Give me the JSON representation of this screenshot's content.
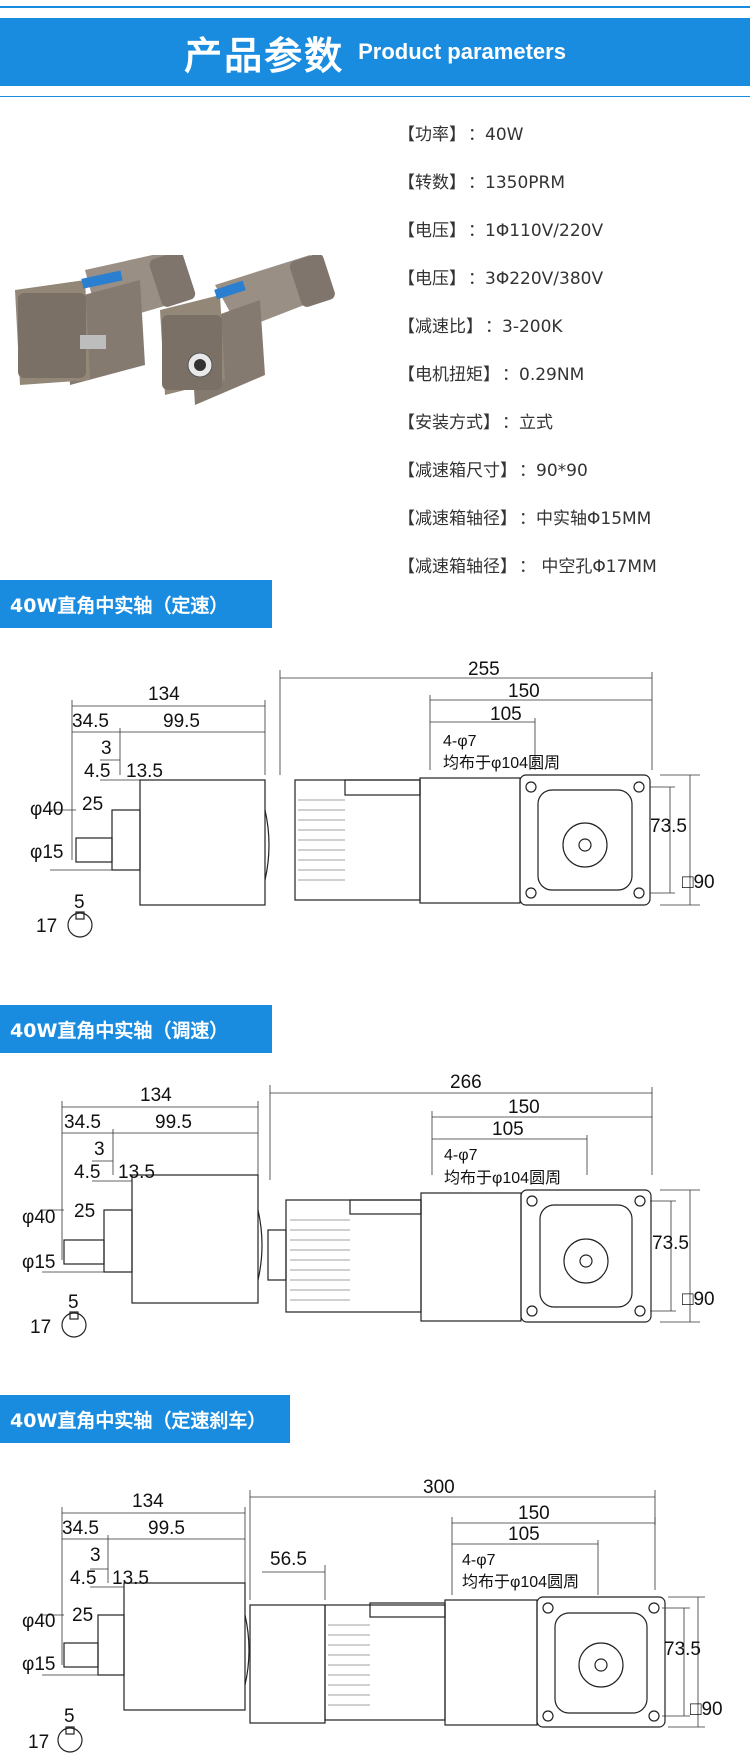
{
  "header": {
    "title_zh": "产品参数",
    "title_en": "Product parameters"
  },
  "specs": [
    {
      "label": "【功率】",
      "value": "：40W"
    },
    {
      "label": "【转数】",
      "value": "：1350PRM"
    },
    {
      "label": "【电压】",
      "value": "：1Φ110V/220V"
    },
    {
      "label": "【电压】",
      "value": "：3Φ220V/380V"
    },
    {
      "label": "【减速比】",
      "value": "：3-200K"
    },
    {
      "label": "【电机扭矩】",
      "value": "：0.29NM"
    },
    {
      "label": "【安装方式】",
      "value": "：立式"
    },
    {
      "label": "【减速箱尺寸】",
      "value": "：90*90"
    },
    {
      "label": "【减速箱轴径】",
      "value": "：中实轴Φ15MM"
    },
    {
      "label": "【减速箱轴径】",
      "value": "： 中空孔Φ17MM"
    }
  ],
  "sections": [
    {
      "title": "40W直角中实轴（定速）",
      "dims": {
        "side_total": "134",
        "side_a": "34.5",
        "side_b": "99.5",
        "gap": "3",
        "offset_a": "4.5",
        "offset_b": "13.5",
        "dia_flange": "φ40",
        "len_shaft": "25",
        "dia_shaft": "φ15",
        "key_w": "5",
        "key_h": "17",
        "total": "255",
        "box_len": "150",
        "box_holes": "105",
        "holes": "4-φ7",
        "pcd": "均布于φ104圆周",
        "half": "73.5",
        "square": "□90"
      }
    },
    {
      "title": "40W直角中实轴（调速）",
      "dims": {
        "side_total": "134",
        "side_a": "34.5",
        "side_b": "99.5",
        "gap": "3",
        "offset_a": "4.5",
        "offset_b": "13.5",
        "dia_flange": "φ40",
        "len_shaft": "25",
        "dia_shaft": "φ15",
        "key_w": "5",
        "key_h": "17",
        "total": "266",
        "box_len": "150",
        "box_holes": "105",
        "holes": "4-φ7",
        "pcd": "均布于φ104圆周",
        "half": "73.5",
        "square": "□90"
      }
    },
    {
      "title": "40W直角中实轴（定速刹车）",
      "dims": {
        "side_total": "134",
        "side_a": "34.5",
        "side_b": "99.5",
        "gap": "3",
        "offset_a": "4.5",
        "offset_b": "13.5",
        "dia_flange": "φ40",
        "len_shaft": "25",
        "dia_shaft": "φ15",
        "key_w": "5",
        "key_h": "17",
        "total": "300",
        "brake": "56.5",
        "box_len": "150",
        "box_holes": "105",
        "holes": "4-φ7",
        "pcd": "均布于φ104圆周",
        "half": "73.5",
        "square": "□90"
      }
    }
  ],
  "colors": {
    "accent": "#1a8ce0",
    "motor_body": "#8a7f75",
    "motor_label": "#2a7fd0"
  }
}
